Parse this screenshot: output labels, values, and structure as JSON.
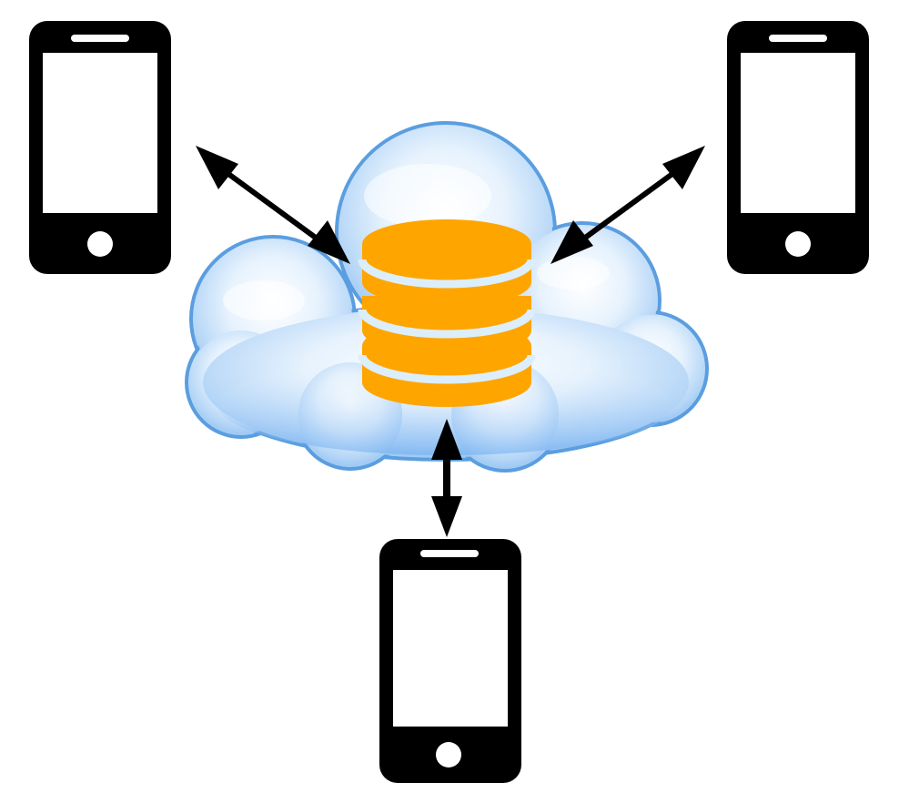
{
  "diagram": {
    "nodes": [
      {
        "id": "phone-top-left",
        "type": "smartphone"
      },
      {
        "id": "phone-top-right",
        "type": "smartphone"
      },
      {
        "id": "phone-bottom",
        "type": "smartphone"
      },
      {
        "id": "cloud",
        "type": "cloud"
      },
      {
        "id": "database",
        "type": "database-cylinder",
        "container": "cloud"
      }
    ],
    "edges": [
      {
        "from": "phone-top-left",
        "to": "database",
        "direction": "bidirectional"
      },
      {
        "from": "phone-top-right",
        "to": "database",
        "direction": "bidirectional"
      },
      {
        "from": "phone-bottom",
        "to": "database",
        "direction": "bidirectional"
      }
    ]
  },
  "colors": {
    "phone_body": "#000000",
    "phone_screen": "#ffffff",
    "cloud_fill_light": "#f4f9ff",
    "cloud_fill_dark": "#8fc0f2",
    "cloud_outline": "#5b9ee0",
    "database_fill": "#ffa500",
    "database_band": "#dceefa",
    "arrow": "#000000"
  },
  "icons": [
    "smartphone-icon",
    "cloud-icon",
    "database-icon",
    "bidirectional-arrow-icon"
  ]
}
